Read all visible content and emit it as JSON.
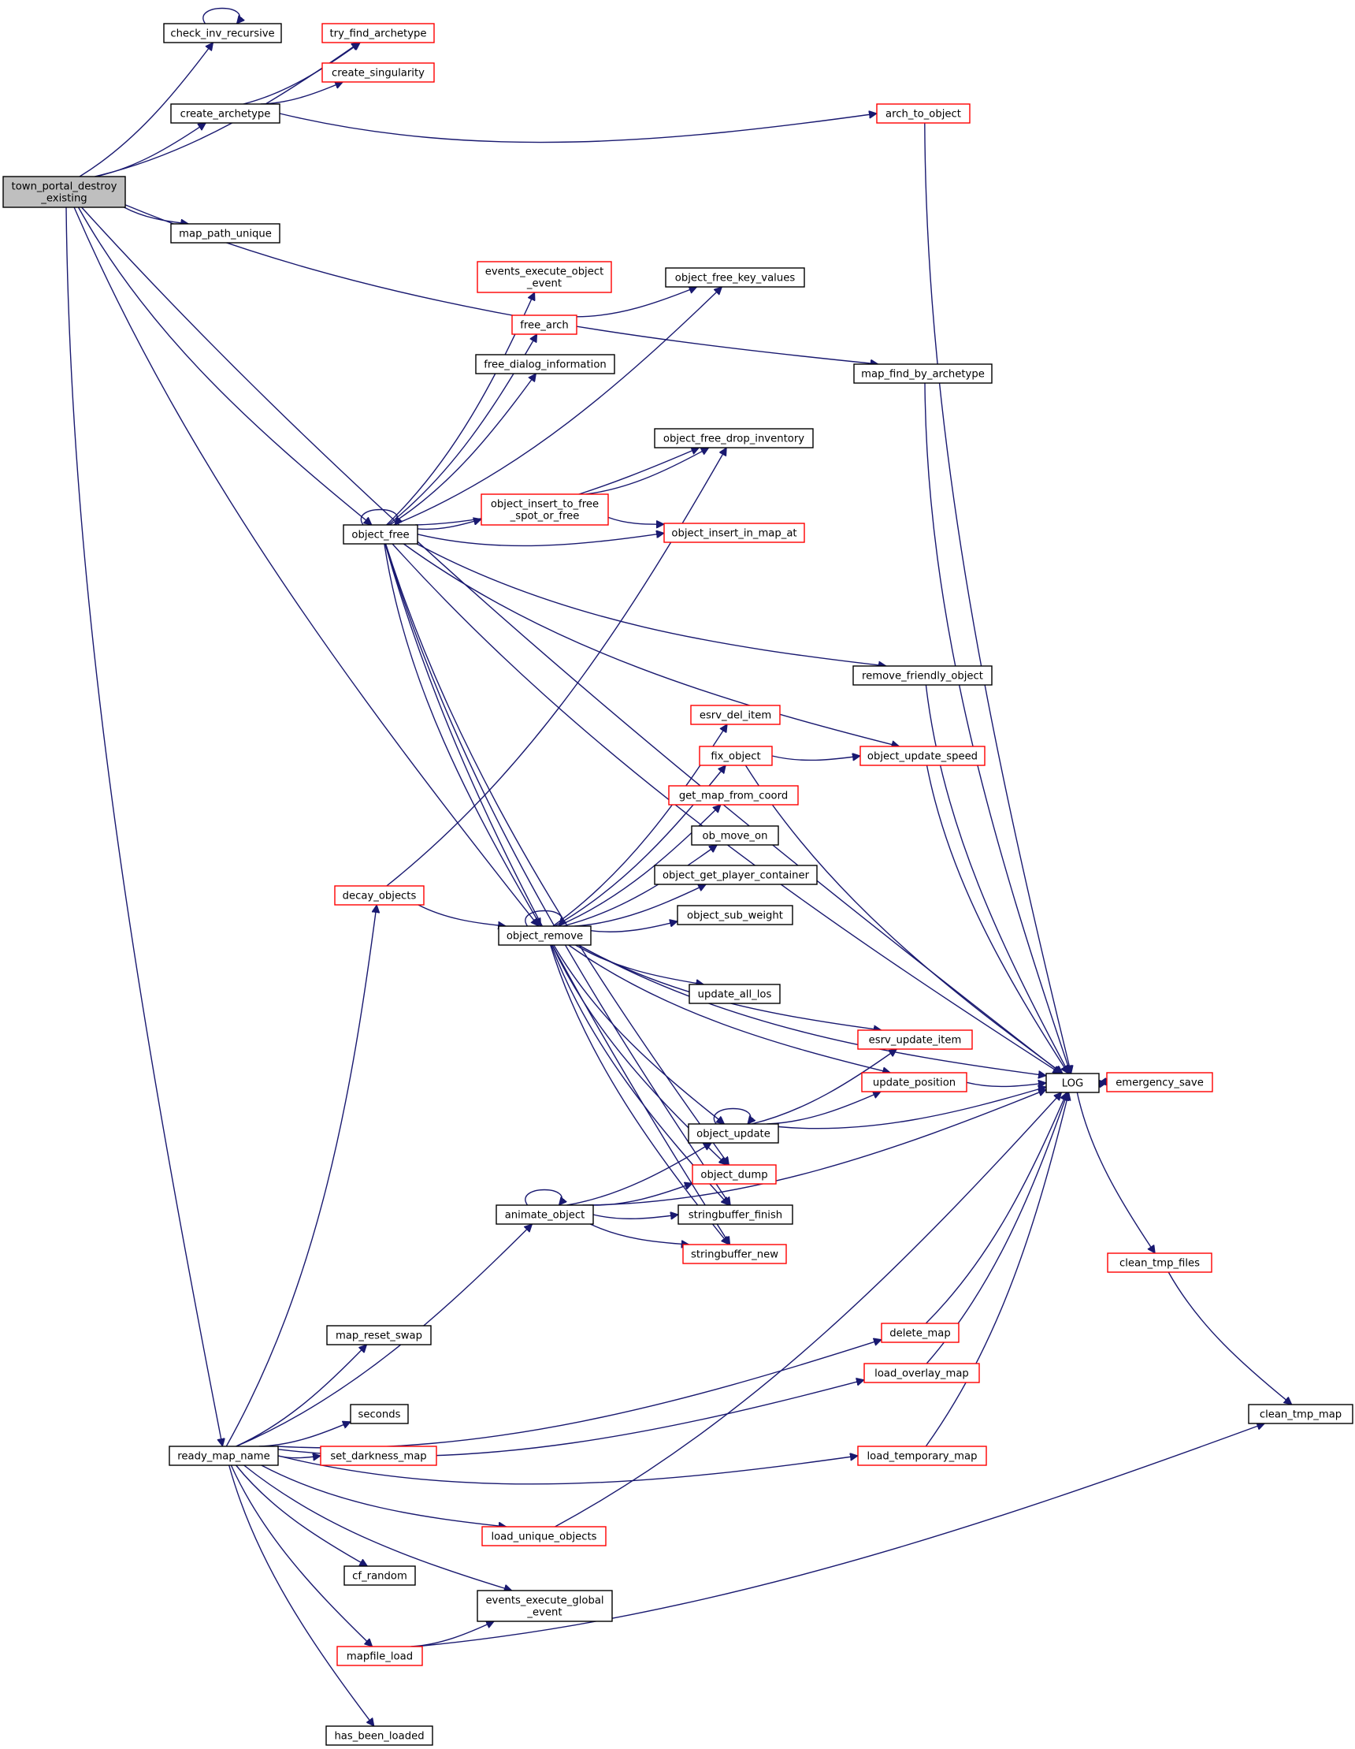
{
  "graph": {
    "root": "town_portal_destroy_existing",
    "colors": {
      "edge": "#191970",
      "root_fill": "#bfbfbf",
      "border_default": "#000000",
      "border_truncated": "#ff0000",
      "background": "#ffffff"
    },
    "nodes": [
      {
        "id": "town_portal_destroy_existing",
        "lines": [
          "town_portal_destroy",
          "_existing"
        ],
        "border": "black",
        "root": true
      },
      {
        "id": "check_inv_recursive",
        "lines": [
          "check_inv_recursive"
        ],
        "border": "black"
      },
      {
        "id": "try_find_archetype",
        "lines": [
          "try_find_archetype"
        ],
        "border": "red"
      },
      {
        "id": "create_singularity",
        "lines": [
          "create_singularity"
        ],
        "border": "red"
      },
      {
        "id": "create_archetype",
        "lines": [
          "create_archetype"
        ],
        "border": "black"
      },
      {
        "id": "arch_to_object",
        "lines": [
          "arch_to_object"
        ],
        "border": "red"
      },
      {
        "id": "map_path_unique",
        "lines": [
          "map_path_unique"
        ],
        "border": "black"
      },
      {
        "id": "events_execute_object_event",
        "lines": [
          "events_execute_object",
          "_event"
        ],
        "border": "red"
      },
      {
        "id": "object_free_key_values",
        "lines": [
          "object_free_key_values"
        ],
        "border": "black"
      },
      {
        "id": "free_arch",
        "lines": [
          "free_arch"
        ],
        "border": "red"
      },
      {
        "id": "free_dialog_information",
        "lines": [
          "free_dialog_information"
        ],
        "border": "black"
      },
      {
        "id": "map_find_by_archetype",
        "lines": [
          "map_find_by_archetype"
        ],
        "border": "black"
      },
      {
        "id": "object_free_drop_inventory",
        "lines": [
          "object_free_drop_inventory"
        ],
        "border": "black"
      },
      {
        "id": "object_insert_to_free_spot_or_free",
        "lines": [
          "object_insert_to_free",
          "_spot_or_free"
        ],
        "border": "red"
      },
      {
        "id": "object_free",
        "lines": [
          "object_free"
        ],
        "border": "black"
      },
      {
        "id": "object_insert_in_map_at",
        "lines": [
          "object_insert_in_map_at"
        ],
        "border": "red"
      },
      {
        "id": "remove_friendly_object",
        "lines": [
          "remove_friendly_object"
        ],
        "border": "black"
      },
      {
        "id": "esrv_del_item",
        "lines": [
          "esrv_del_item"
        ],
        "border": "red"
      },
      {
        "id": "fix_object",
        "lines": [
          "fix_object"
        ],
        "border": "red"
      },
      {
        "id": "object_update_speed",
        "lines": [
          "object_update_speed"
        ],
        "border": "red"
      },
      {
        "id": "get_map_from_coord",
        "lines": [
          "get_map_from_coord"
        ],
        "border": "red"
      },
      {
        "id": "ob_move_on",
        "lines": [
          "ob_move_on"
        ],
        "border": "black"
      },
      {
        "id": "object_get_player_container",
        "lines": [
          "object_get_player_container"
        ],
        "border": "black"
      },
      {
        "id": "decay_objects",
        "lines": [
          "decay_objects"
        ],
        "border": "red"
      },
      {
        "id": "object_sub_weight",
        "lines": [
          "object_sub_weight"
        ],
        "border": "black"
      },
      {
        "id": "object_remove",
        "lines": [
          "object_remove"
        ],
        "border": "black"
      },
      {
        "id": "update_all_los",
        "lines": [
          "update_all_los"
        ],
        "border": "black"
      },
      {
        "id": "esrv_update_item",
        "lines": [
          "esrv_update_item"
        ],
        "border": "red"
      },
      {
        "id": "LOG",
        "lines": [
          "LOG"
        ],
        "border": "black"
      },
      {
        "id": "update_position",
        "lines": [
          "update_position"
        ],
        "border": "red"
      },
      {
        "id": "emergency_save",
        "lines": [
          "emergency_save"
        ],
        "border": "red"
      },
      {
        "id": "object_update",
        "lines": [
          "object_update"
        ],
        "border": "black"
      },
      {
        "id": "object_dump",
        "lines": [
          "object_dump"
        ],
        "border": "red"
      },
      {
        "id": "animate_object",
        "lines": [
          "animate_object"
        ],
        "border": "black"
      },
      {
        "id": "stringbuffer_finish",
        "lines": [
          "stringbuffer_finish"
        ],
        "border": "black"
      },
      {
        "id": "stringbuffer_new",
        "lines": [
          "stringbuffer_new"
        ],
        "border": "red"
      },
      {
        "id": "clean_tmp_files",
        "lines": [
          "clean_tmp_files"
        ],
        "border": "red"
      },
      {
        "id": "delete_map",
        "lines": [
          "delete_map"
        ],
        "border": "red"
      },
      {
        "id": "map_reset_swap",
        "lines": [
          "map_reset_swap"
        ],
        "border": "black"
      },
      {
        "id": "load_overlay_map",
        "lines": [
          "load_overlay_map"
        ],
        "border": "red"
      },
      {
        "id": "seconds",
        "lines": [
          "seconds"
        ],
        "border": "black"
      },
      {
        "id": "clean_tmp_map",
        "lines": [
          "clean_tmp_map"
        ],
        "border": "black"
      },
      {
        "id": "ready_map_name",
        "lines": [
          "ready_map_name"
        ],
        "border": "black"
      },
      {
        "id": "set_darkness_map",
        "lines": [
          "set_darkness_map"
        ],
        "border": "red"
      },
      {
        "id": "load_temporary_map",
        "lines": [
          "load_temporary_map"
        ],
        "border": "red"
      },
      {
        "id": "load_unique_objects",
        "lines": [
          "load_unique_objects"
        ],
        "border": "red"
      },
      {
        "id": "cf_random",
        "lines": [
          "cf_random"
        ],
        "border": "black"
      },
      {
        "id": "events_execute_global_event",
        "lines": [
          "events_execute_global",
          "_event"
        ],
        "border": "black"
      },
      {
        "id": "mapfile_load",
        "lines": [
          "mapfile_load"
        ],
        "border": "red"
      },
      {
        "id": "has_been_loaded",
        "lines": [
          "has_been_loaded"
        ],
        "border": "black"
      }
    ],
    "edges": [
      [
        "town_portal_destroy_existing",
        "check_inv_recursive"
      ],
      [
        "town_portal_destroy_existing",
        "try_find_archetype"
      ],
      [
        "town_portal_destroy_existing",
        "create_archetype"
      ],
      [
        "town_portal_destroy_existing",
        "LOG"
      ],
      [
        "town_portal_destroy_existing",
        "map_path_unique"
      ],
      [
        "town_portal_destroy_existing",
        "map_find_by_archetype"
      ],
      [
        "town_portal_destroy_existing",
        "object_free"
      ],
      [
        "town_portal_destroy_existing",
        "object_remove"
      ],
      [
        "town_portal_destroy_existing",
        "ready_map_name"
      ],
      [
        "check_inv_recursive",
        "check_inv_recursive"
      ],
      [
        "create_archetype",
        "try_find_archetype"
      ],
      [
        "create_archetype",
        "create_singularity"
      ],
      [
        "create_archetype",
        "arch_to_object"
      ],
      [
        "arch_to_object",
        "LOG"
      ],
      [
        "map_find_by_archetype",
        "LOG"
      ],
      [
        "object_free",
        "object_free"
      ],
      [
        "object_free",
        "object_free_key_values"
      ],
      [
        "object_free",
        "events_execute_object_event"
      ],
      [
        "object_free",
        "free_arch"
      ],
      [
        "object_free",
        "free_dialog_information"
      ],
      [
        "object_free",
        "object_free_drop_inventory"
      ],
      [
        "object_free",
        "object_insert_to_free_spot_or_free"
      ],
      [
        "object_free",
        "object_insert_in_map_at"
      ],
      [
        "object_free",
        "LOG"
      ],
      [
        "object_free",
        "remove_friendly_object"
      ],
      [
        "object_free",
        "object_update_speed"
      ],
      [
        "object_free",
        "object_remove"
      ],
      [
        "object_free",
        "object_dump"
      ],
      [
        "object_free",
        "stringbuffer_finish"
      ],
      [
        "object_free",
        "stringbuffer_new"
      ],
      [
        "free_arch",
        "object_free_key_values"
      ],
      [
        "object_insert_to_free_spot_or_free",
        "object_free_drop_inventory"
      ],
      [
        "object_insert_to_free_spot_or_free",
        "object_insert_in_map_at"
      ],
      [
        "remove_friendly_object",
        "LOG"
      ],
      [
        "decay_objects",
        "object_free_drop_inventory"
      ],
      [
        "decay_objects",
        "object_remove"
      ],
      [
        "object_remove",
        "object_remove"
      ],
      [
        "object_remove",
        "esrv_del_item"
      ],
      [
        "object_remove",
        "fix_object"
      ],
      [
        "object_remove",
        "get_map_from_coord"
      ],
      [
        "object_remove",
        "ob_move_on"
      ],
      [
        "object_remove",
        "object_get_player_container"
      ],
      [
        "object_remove",
        "object_sub_weight"
      ],
      [
        "object_remove",
        "update_all_los"
      ],
      [
        "object_remove",
        "esrv_update_item"
      ],
      [
        "object_remove",
        "LOG"
      ],
      [
        "object_remove",
        "update_position"
      ],
      [
        "object_remove",
        "object_update"
      ],
      [
        "object_remove",
        "object_dump"
      ],
      [
        "object_remove",
        "stringbuffer_finish"
      ],
      [
        "object_remove",
        "stringbuffer_new"
      ],
      [
        "fix_object",
        "object_update_speed"
      ],
      [
        "fix_object",
        "LOG"
      ],
      [
        "object_update_speed",
        "LOG"
      ],
      [
        "object_update",
        "object_update"
      ],
      [
        "object_update",
        "esrv_update_item"
      ],
      [
        "object_update",
        "update_position"
      ],
      [
        "object_update",
        "LOG"
      ],
      [
        "update_position",
        "LOG"
      ],
      [
        "LOG",
        "emergency_save"
      ],
      [
        "LOG",
        "clean_tmp_files"
      ],
      [
        "emergency_save",
        "LOG"
      ],
      [
        "clean_tmp_files",
        "clean_tmp_map"
      ],
      [
        "animate_object",
        "animate_object"
      ],
      [
        "animate_object",
        "object_update"
      ],
      [
        "animate_object",
        "object_dump"
      ],
      [
        "animate_object",
        "stringbuffer_finish"
      ],
      [
        "animate_object",
        "stringbuffer_new"
      ],
      [
        "animate_object",
        "LOG"
      ],
      [
        "delete_map",
        "LOG"
      ],
      [
        "load_overlay_map",
        "LOG"
      ],
      [
        "load_temporary_map",
        "LOG"
      ],
      [
        "load_unique_objects",
        "LOG"
      ],
      [
        "ready_map_name",
        "decay_objects"
      ],
      [
        "ready_map_name",
        "animate_object"
      ],
      [
        "ready_map_name",
        "delete_map"
      ],
      [
        "ready_map_name",
        "map_reset_swap"
      ],
      [
        "ready_map_name",
        "load_overlay_map"
      ],
      [
        "ready_map_name",
        "seconds"
      ],
      [
        "ready_map_name",
        "set_darkness_map"
      ],
      [
        "ready_map_name",
        "load_temporary_map"
      ],
      [
        "ready_map_name",
        "load_unique_objects"
      ],
      [
        "ready_map_name",
        "cf_random"
      ],
      [
        "ready_map_name",
        "events_execute_global_event"
      ],
      [
        "ready_map_name",
        "mapfile_load"
      ],
      [
        "ready_map_name",
        "has_been_loaded"
      ],
      [
        "mapfile_load",
        "events_execute_global_event"
      ],
      [
        "mapfile_load",
        "clean_tmp_map"
      ]
    ]
  }
}
